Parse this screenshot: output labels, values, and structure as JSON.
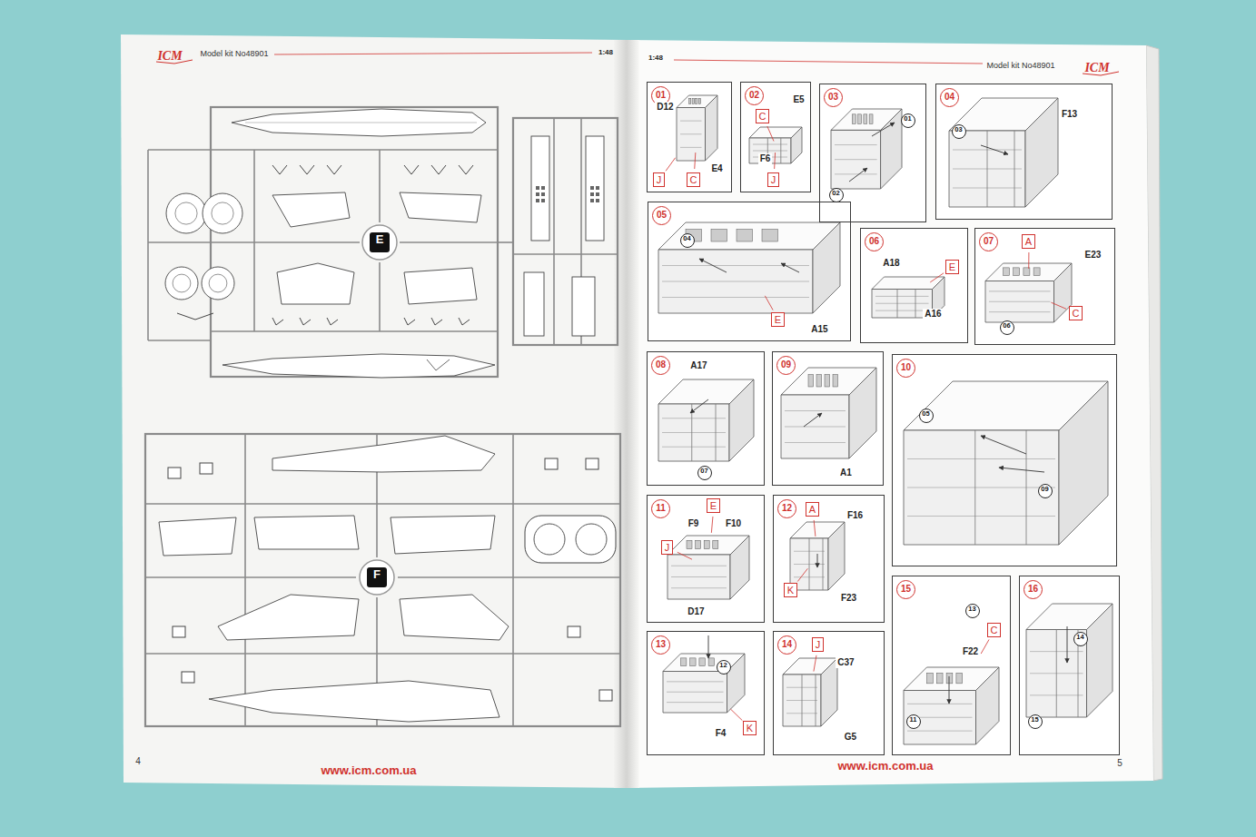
{
  "diagram": {
    "nodes": [
      {
        "text": [
          "E"
        ]
      },
      {
        "text": [
          "F"
        ]
      },
      {
        "text": [
          "01",
          "D12",
          "E4"
        ]
      },
      {
        "text": [
          "J"
        ],
        "in": 2
      },
      {
        "text": [
          "C"
        ],
        "in": 2
      },
      {
        "text": [
          "02",
          "E5",
          "F6"
        ]
      },
      {
        "text": [
          "C"
        ],
        "in": 5
      },
      {
        "text": [
          "J"
        ],
        "in": 5
      },
      {
        "text": [
          "03"
        ]
      },
      {
        "text": [
          "01"
        ],
        "in": 8
      },
      {
        "text": [
          "02"
        ],
        "in": 8
      },
      {
        "text": [
          "04",
          "F13"
        ]
      },
      {
        "text": [
          "03"
        ],
        "in": 11
      },
      {
        "text": [
          "05",
          "A15"
        ]
      },
      {
        "text": [
          "04"
        ],
        "in": 13
      },
      {
        "text": [
          "E"
        ],
        "in": 13
      },
      {
        "text": [
          "06",
          "A18",
          "A16"
        ]
      },
      {
        "text": [
          "E"
        ],
        "in": 16
      },
      {
        "text": [
          "07",
          "E23"
        ]
      },
      {
        "text": [
          "A"
        ],
        "in": 18
      },
      {
        "text": [
          "C"
        ],
        "in": 18
      },
      {
        "text": [
          "06"
        ],
        "in": 18
      },
      {
        "text": [
          "08",
          "A17"
        ]
      },
      {
        "text": [
          "07"
        ],
        "in": 22
      },
      {
        "text": [
          "09",
          "A1"
        ]
      },
      {
        "text": [
          "10"
        ]
      },
      {
        "text": [
          "05"
        ],
        "in": 25
      },
      {
        "text": [
          "09"
        ],
        "in": 25
      },
      {
        "text": [
          "11",
          "F9",
          "F10",
          "D17"
        ]
      },
      {
        "text": [
          "E"
        ],
        "in": 28
      },
      {
        "text": [
          "J"
        ],
        "in": 28
      },
      {
        "text": [
          "12",
          "F16",
          "F23"
        ]
      },
      {
        "text": [
          "A"
        ],
        "in": 31
      },
      {
        "text": [
          "K"
        ],
        "in": 31
      },
      {
        "text": [
          "13",
          "F4"
        ]
      },
      {
        "text": [
          "12"
        ],
        "in": 34
      },
      {
        "text": [
          "K"
        ],
        "in": 34
      },
      {
        "text": [
          "14",
          "C37",
          "G5"
        ]
      },
      {
        "text": [
          "J"
        ],
        "in": 37
      },
      {
        "text": [
          "15",
          "F22"
        ]
      },
      {
        "text": [
          "13"
        ],
        "in": 39
      },
      {
        "text": [
          "C"
        ],
        "in": 39
      },
      {
        "text": [
          "11"
        ],
        "in": 39
      },
      {
        "text": [
          "16"
        ]
      },
      {
        "text": [
          "14"
        ],
        "in": 43
      },
      {
        "text": [
          "15"
        ],
        "in": 43
      }
    ],
    "labels": [
      "ICM",
      "Model kit No48901",
      "1:48",
      "1:48",
      "Model kit No48901",
      "ICM",
      "4",
      "www.icm.com.ua",
      "www.icm.com.ua",
      "5"
    ]
  }
}
